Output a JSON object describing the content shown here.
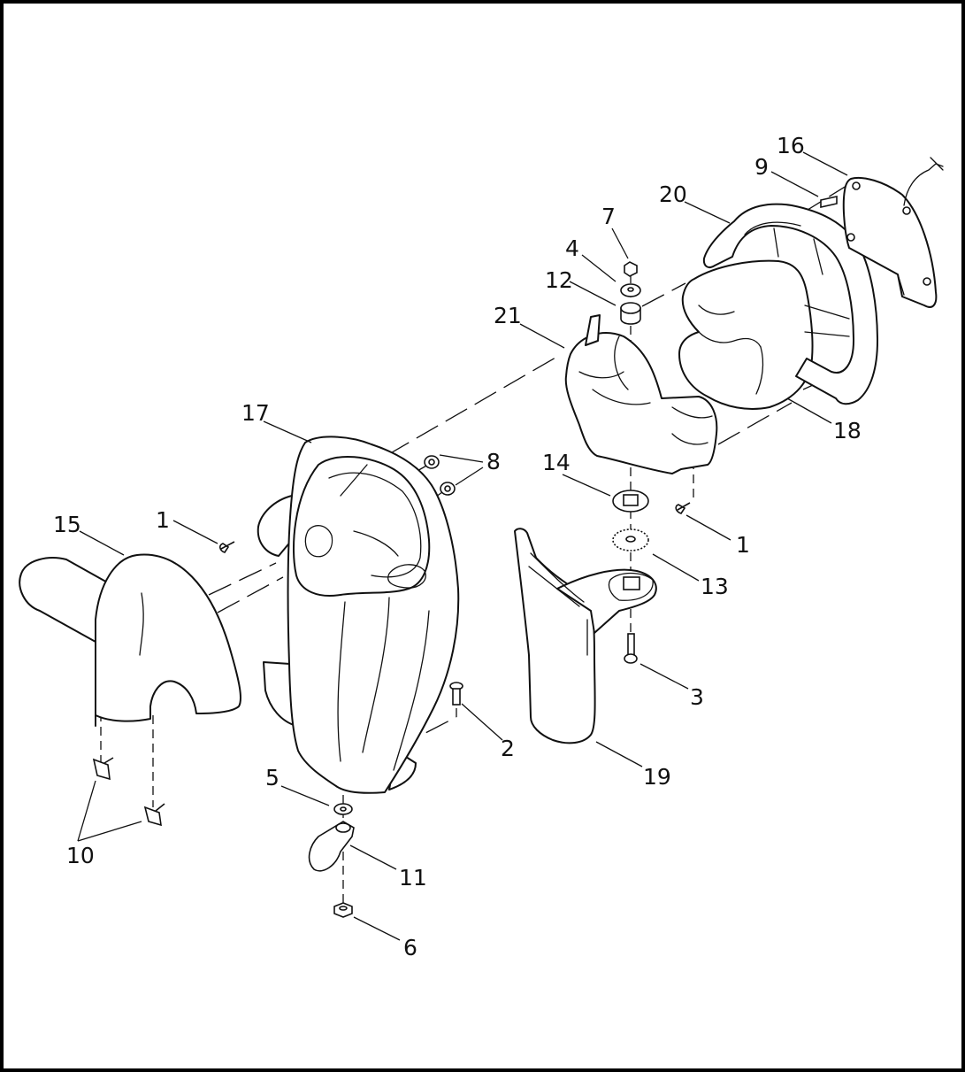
{
  "diagram": {
    "callouts": [
      {
        "id": "c16",
        "label": "16"
      },
      {
        "id": "c9",
        "label": "9"
      },
      {
        "id": "c20",
        "label": "20"
      },
      {
        "id": "c7",
        "label": "7"
      },
      {
        "id": "c4",
        "label": "4"
      },
      {
        "id": "c12",
        "label": "12"
      },
      {
        "id": "c21",
        "label": "21"
      },
      {
        "id": "c17",
        "label": "17"
      },
      {
        "id": "c8",
        "label": "8"
      },
      {
        "id": "c18",
        "label": "18"
      },
      {
        "id": "c14",
        "label": "14"
      },
      {
        "id": "c15",
        "label": "15"
      },
      {
        "id": "c1a",
        "label": "1"
      },
      {
        "id": "c1b",
        "label": "1"
      },
      {
        "id": "c13",
        "label": "13"
      },
      {
        "id": "c3",
        "label": "3"
      },
      {
        "id": "c2",
        "label": "2"
      },
      {
        "id": "c19",
        "label": "19"
      },
      {
        "id": "c5",
        "label": "5"
      },
      {
        "id": "c10",
        "label": "10"
      },
      {
        "id": "c11",
        "label": "11"
      },
      {
        "id": "c6",
        "label": "6"
      }
    ]
  }
}
